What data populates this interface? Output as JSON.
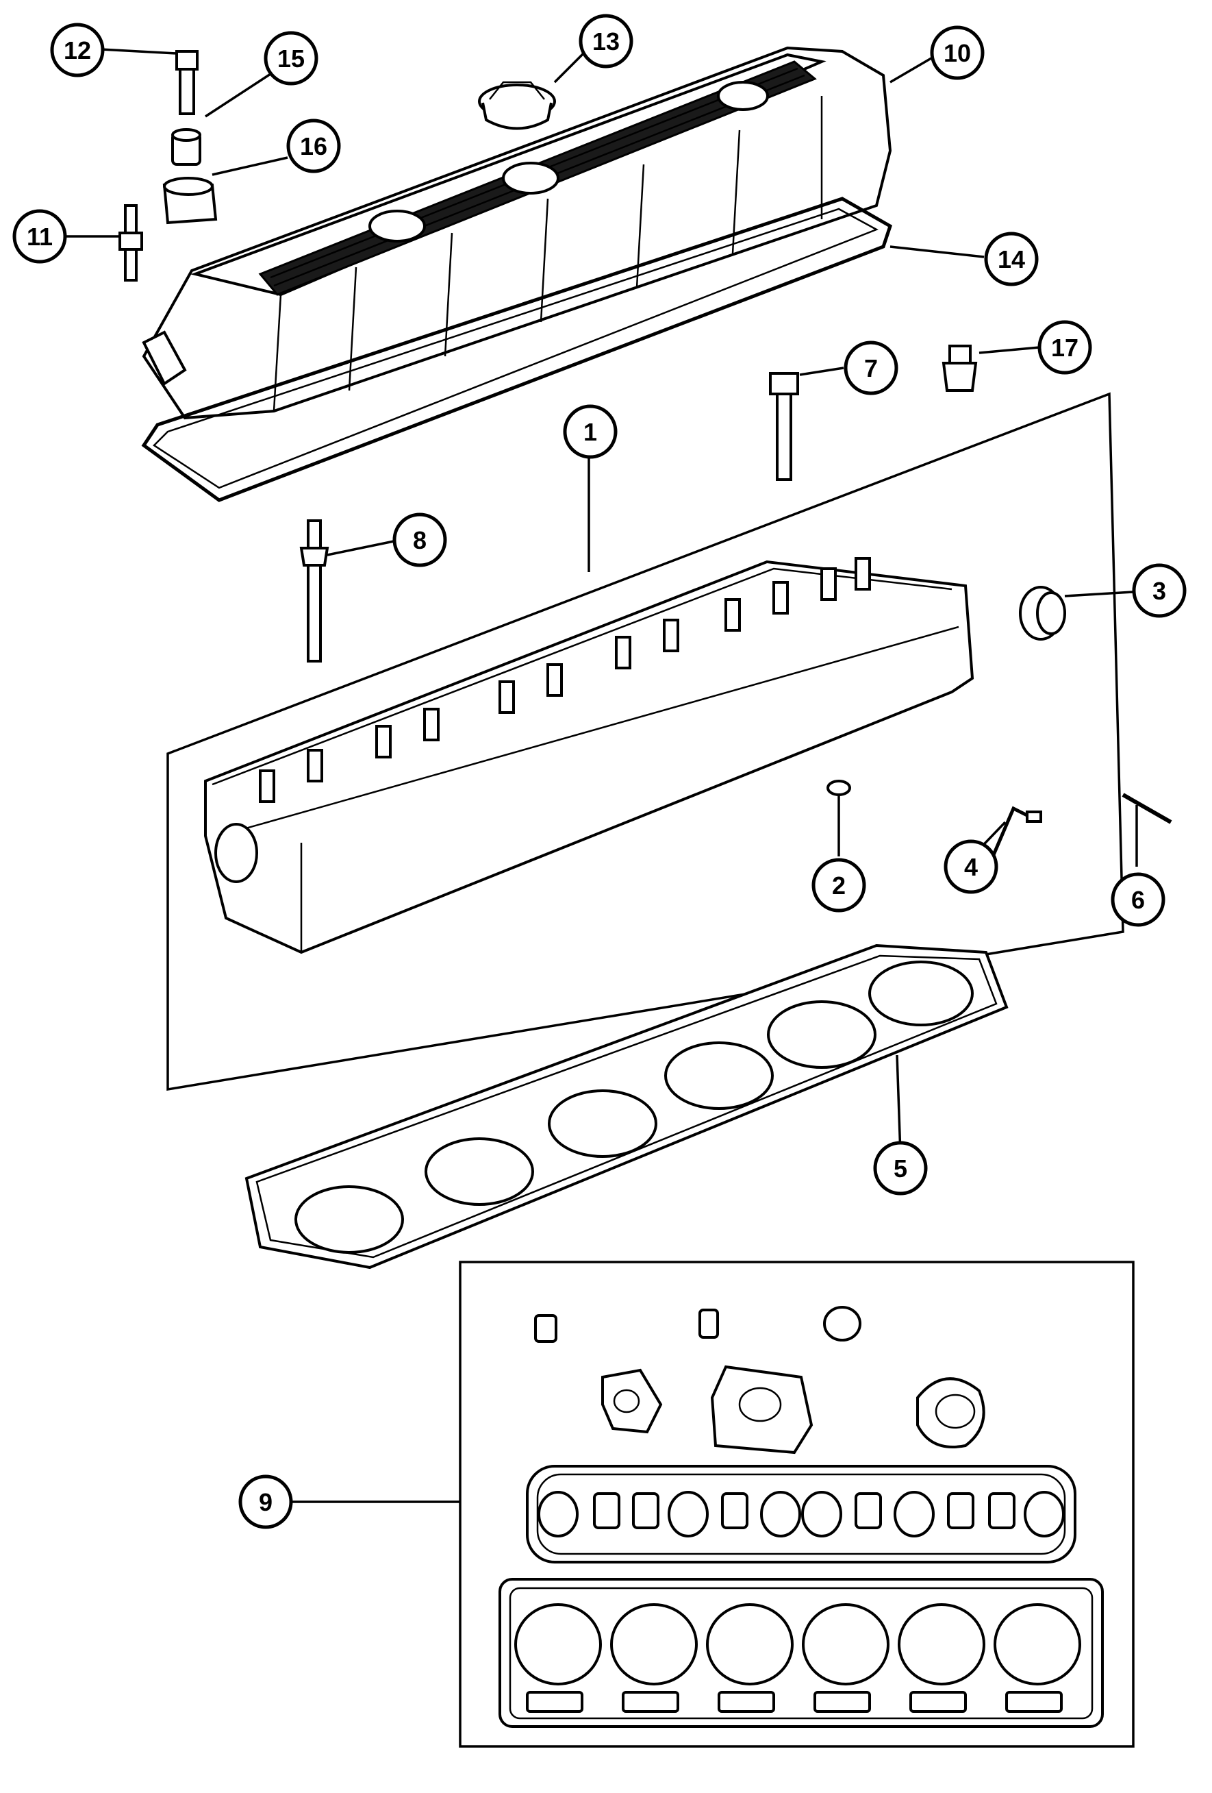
{
  "callouts": [
    {
      "label": "1"
    },
    {
      "label": "2"
    },
    {
      "label": "3"
    },
    {
      "label": "4"
    },
    {
      "label": "5"
    },
    {
      "label": "6"
    },
    {
      "label": "7"
    },
    {
      "label": "8"
    },
    {
      "label": "9"
    },
    {
      "label": "10"
    },
    {
      "label": "11"
    },
    {
      "label": "12"
    },
    {
      "label": "13"
    },
    {
      "label": "14"
    },
    {
      "label": "15"
    },
    {
      "label": "16"
    },
    {
      "label": "17"
    }
  ],
  "colors": {
    "ink": "#000000",
    "paper": "#ffffff"
  }
}
